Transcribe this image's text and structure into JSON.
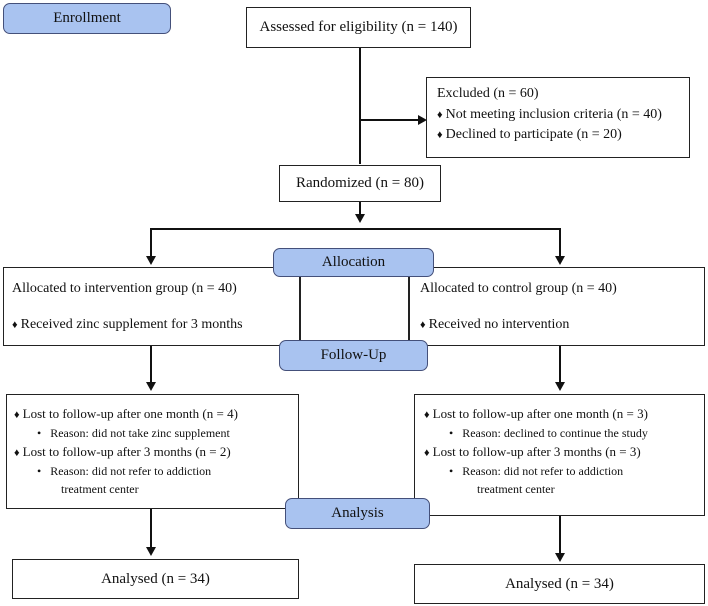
{
  "stages": {
    "enrollment": "Enrollment",
    "allocation": "Allocation",
    "follow_up": "Follow-Up",
    "analysis": "Analysis"
  },
  "assessed": "Assessed for eligibility (n = 140)",
  "excluded": {
    "title": "Excluded (n = 60)",
    "items": [
      "Not meeting inclusion criteria (n = 40)",
      "Declined to participate (n = 20)"
    ]
  },
  "randomized": "Randomized (n = 80)",
  "intervention": {
    "title": "Allocated to intervention group (n = 40)",
    "item": "Received zinc supplement for 3 months"
  },
  "control": {
    "title": "Allocated to control group (n = 40)",
    "item": "Received no intervention"
  },
  "followup_left": {
    "lost1": "Lost to follow-up after one month (n = 4)",
    "reason1": "Reason:  did not take zinc supplement",
    "lost2": "Lost to follow-up after 3 months (n = 2)",
    "reason2a": "Reason:  did not refer to addiction",
    "reason2b": "treatment center"
  },
  "followup_right": {
    "lost1": "Lost to follow-up after one month (n = 3)",
    "reason1": "Reason:  declined to continue the study",
    "lost2": "Lost to follow-up after 3 months (n = 3)",
    "reason2a": "Reason:  did not refer to addiction",
    "reason2b": "treatment center"
  },
  "analysed_left": "Analysed (n = 34)",
  "analysed_right": "Analysed (n = 34)",
  "symbols": {
    "diamond": "♦",
    "bullet": "•"
  }
}
